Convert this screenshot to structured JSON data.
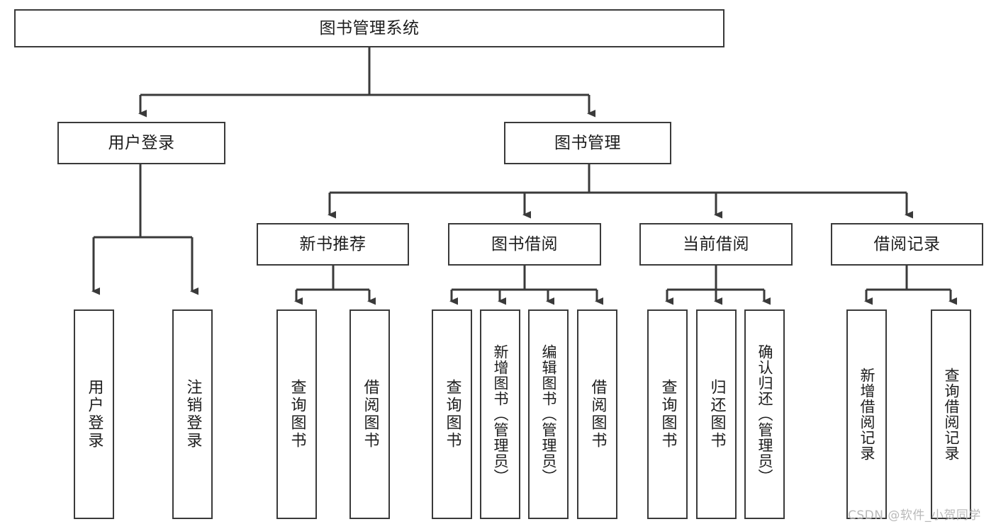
{
  "diagram": {
    "type": "hierarchy-tree",
    "title": "图书管理系统",
    "watermark": "CSDN @软件_小贺同学",
    "colors": {
      "box_border": "#3a3a3a",
      "box_fill": "#ffffff",
      "connector": "#3a3a3a",
      "text": "#1d1d1d",
      "watermark": "#b9b9b9"
    },
    "levels": {
      "root": {
        "label": "图书管理系统"
      },
      "level2": [
        {
          "label": "用户登录"
        },
        {
          "label": "图书管理"
        }
      ],
      "level3": [
        {
          "label": "新书推荐"
        },
        {
          "label": "图书借阅"
        },
        {
          "label": "当前借阅"
        },
        {
          "label": "借阅记录"
        }
      ],
      "leaves": {
        "user_login": [
          {
            "label": "用户登录"
          },
          {
            "label": "注销登录"
          }
        ],
        "new_book_recommend": [
          {
            "label": "查询图书"
          },
          {
            "label": "借阅图书"
          }
        ],
        "book_borrow": [
          {
            "label": "查询图书"
          },
          {
            "label": "新增图书（管理员）"
          },
          {
            "label": "编辑图书（管理员）"
          },
          {
            "label": "借阅图书"
          }
        ],
        "current_borrow": [
          {
            "label": "查询图书"
          },
          {
            "label": "归还图书"
          },
          {
            "label": "确认归还（管理员）"
          }
        ],
        "borrow_record": [
          {
            "label": "新增借阅记录"
          },
          {
            "label": "查询借阅记录"
          }
        ]
      }
    }
  }
}
